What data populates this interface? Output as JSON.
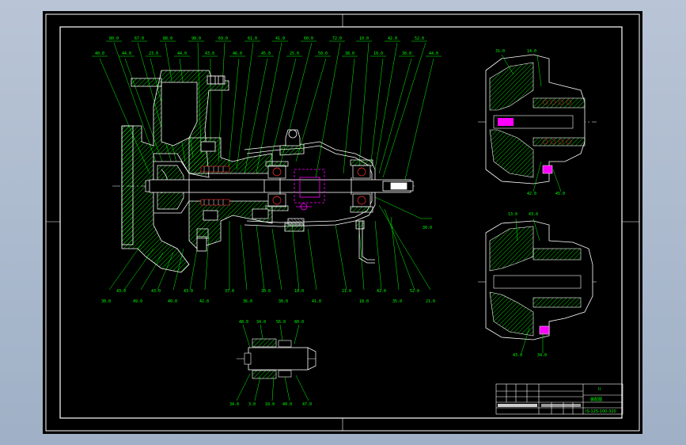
{
  "drawing": {
    "title_block": {
      "drawing_name": "装配图",
      "drawing_number": "IS-125-100-320",
      "mark": "II"
    },
    "colors": {
      "background": "#000000",
      "outline": "#ffffff",
      "leader": "#00ff00",
      "hatch": "#00ff00",
      "highlight": "#ff00ff",
      "frame": "#ffffff",
      "screen": "#b0bdd0"
    },
    "views": [
      "main-section-view",
      "impeller-detail-top",
      "impeller-detail-bottom",
      "bearing-detail"
    ]
  }
}
